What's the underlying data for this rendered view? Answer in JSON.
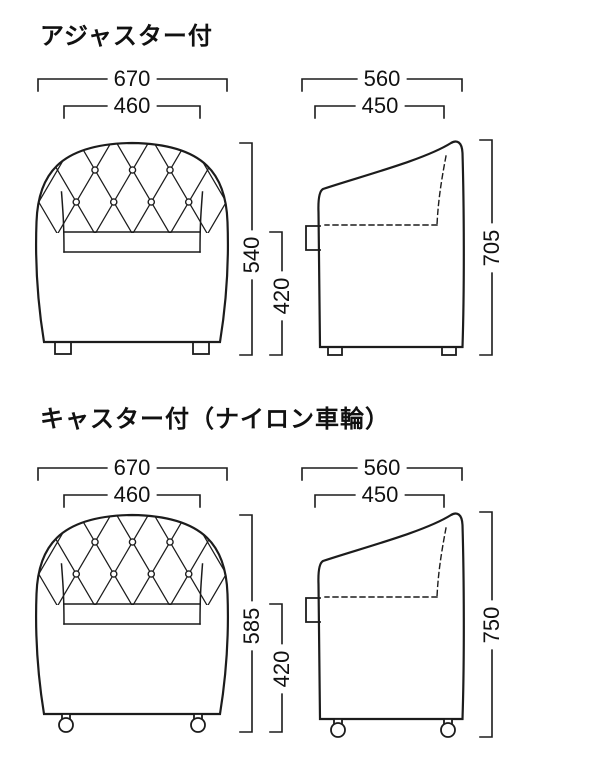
{
  "page": {
    "background": "#ffffff",
    "line_color": "#1c1c1c"
  },
  "sections": [
    {
      "title": "アジャスター付",
      "front": {
        "width_outer": "670",
        "width_inner": "460",
        "height_total": "540",
        "height_seat": "420"
      },
      "side": {
        "depth_outer": "560",
        "depth_inner": "450",
        "height_total": "705"
      }
    },
    {
      "title": "キャスター付（ナイロン車輪）",
      "front": {
        "width_outer": "670",
        "width_inner": "460",
        "height_total": "585",
        "height_seat": "420"
      },
      "side": {
        "depth_outer": "560",
        "depth_inner": "450",
        "height_total": "750"
      }
    }
  ]
}
